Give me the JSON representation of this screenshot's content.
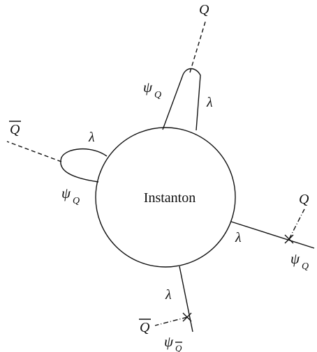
{
  "diagram": {
    "center_label": "Instanton",
    "symbols": {
      "Q": "Q",
      "Qbar": "Q",
      "lambda": "λ",
      "psi": "ψ",
      "sub_Q": "Q",
      "sub_Qbar": "Q"
    },
    "legs": [
      {
        "id": "top",
        "field": "Q",
        "loop_label_left": "ψ",
        "loop_label_left_sub": "Q",
        "loop_label_right": "λ"
      },
      {
        "id": "left",
        "field": "Q",
        "overbar": true,
        "loop_label_top": "λ",
        "loop_label_bottom": "ψ",
        "loop_label_bottom_sub": "Q"
      },
      {
        "id": "right",
        "field": "Q",
        "line_label": "λ",
        "end_label": "ψ",
        "end_label_sub": "Q"
      },
      {
        "id": "bottom",
        "field": "Q",
        "overbar": true,
        "line_label": "λ",
        "end_label": "ψ",
        "end_label_sub": "Q",
        "end_label_sub_overbar": true
      }
    ]
  }
}
